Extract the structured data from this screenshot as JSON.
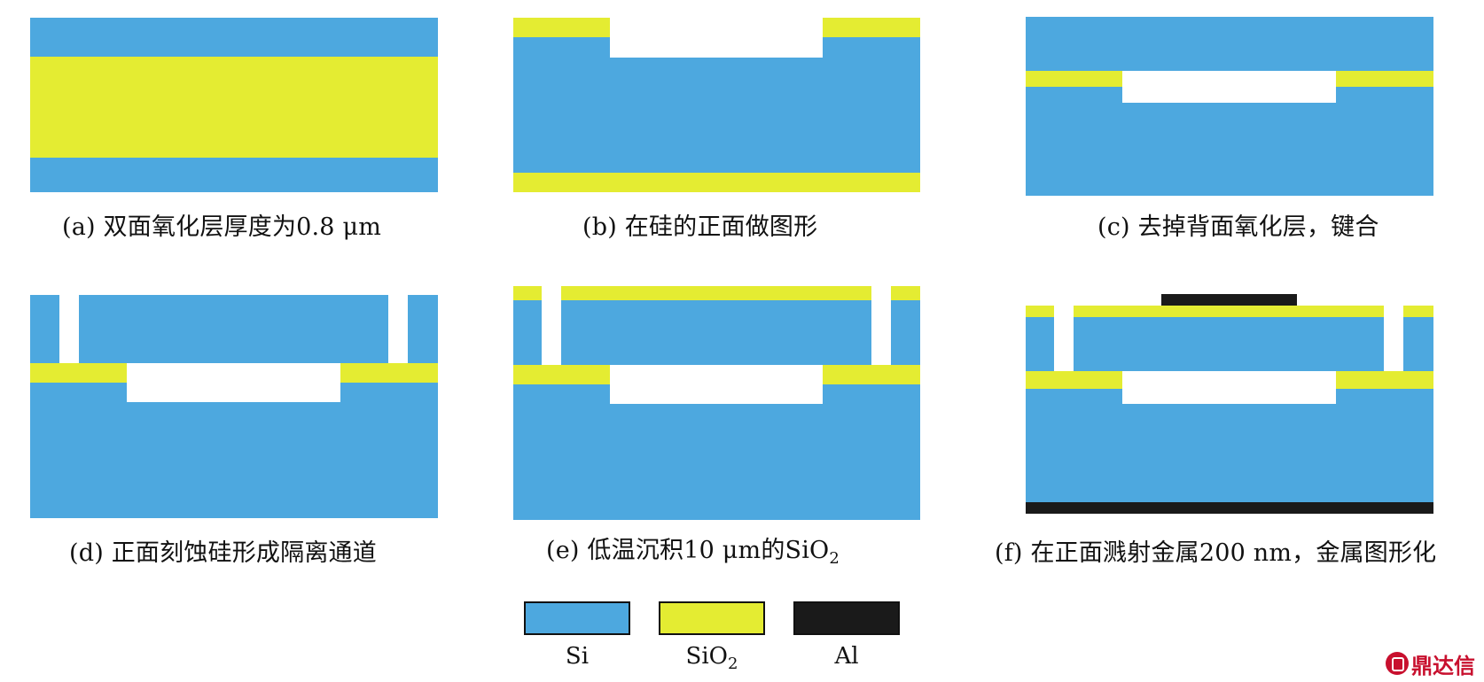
{
  "captions": {
    "a": "(a) 双面氧化层厚度为0.8 μm",
    "b": "(b) 在硅的正面做图形",
    "c": "(c) 去掉背面氧化层，键合",
    "d": "(d) 正面刻蚀硅形成隔离通道",
    "e_main": "(e) 低温沉积10 μm的SiO",
    "e_sub": "2",
    "f": "(f) 在正面溅射金属200 nm，金属图形化"
  },
  "legend": {
    "si": {
      "label": "Si",
      "color": "#4da8df"
    },
    "sio2": {
      "label_main": "SiO",
      "label_sub": "2",
      "color": "#e4ec32"
    },
    "al": {
      "label": "Al",
      "color": "#1a1a1a"
    }
  },
  "watermark": {
    "text": "鼎达信",
    "icon": "logo-icon"
  }
}
